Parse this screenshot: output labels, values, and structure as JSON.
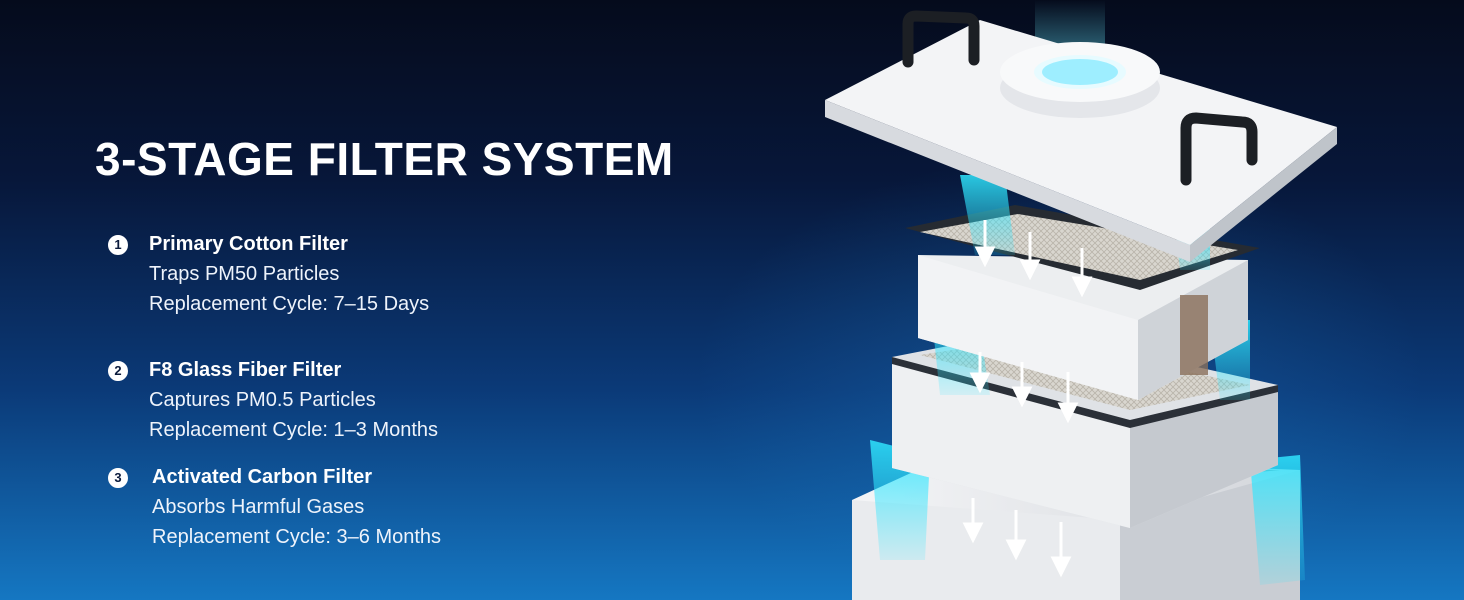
{
  "title": "3-STAGE FILTER SYSTEM",
  "stages": [
    {
      "number": "1",
      "name": "Primary Cotton Filter",
      "line1": "Traps PM50 Particles",
      "line2": "Replacement Cycle: 7–15 Days"
    },
    {
      "number": "2",
      "name": "F8 Glass Fiber Filter",
      "line1": "Captures PM0.5 Particles",
      "line2": "Replacement Cycle: 1–3 Months"
    },
    {
      "number": "3",
      "name": "Activated Carbon Filter",
      "line1": "Absorbs Harmful Gases",
      "line2": "Replacement Cycle: 3–6 Months"
    }
  ],
  "colors": {
    "background_top": "#050b1c",
    "background_bottom": "#1577c2",
    "airflow": "#2fe6ff",
    "filter_housing": "#e8eaed",
    "handle": "#1c1f24"
  },
  "icons": {
    "stage_badge": "circled-number",
    "airflow_arrow": "down-arrow-icon",
    "handle": "handle-icon"
  }
}
